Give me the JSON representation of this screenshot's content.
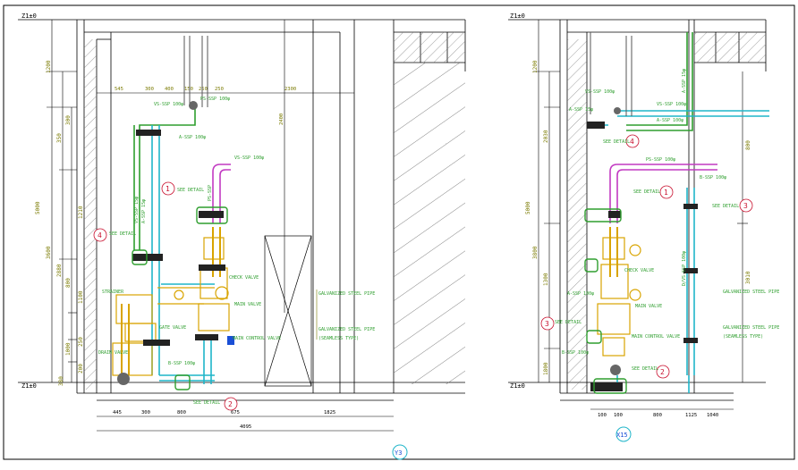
{
  "colors": {
    "line": "#000000",
    "green": "#2e9e2e",
    "cyan": "#1fb5c9",
    "magenta": "#c23ac2",
    "yellow": "#d9a400",
    "olive": "#7a7a00",
    "red": "#c8102e",
    "blue": "#1a4fd6",
    "hatch": "#555555"
  },
  "left_view": {
    "level_top": "Z1±0",
    "level_bottom": "Z1±0",
    "top_dims": [
      "545",
      "300",
      "400",
      "150",
      "250",
      "250",
      "2300"
    ],
    "left_dims": [
      "1200",
      "5000",
      "3600",
      "2880",
      "300",
      "350",
      "1210",
      "800",
      "1100",
      "1000",
      "250",
      "200",
      "380"
    ],
    "right_dim": "2400",
    "bottom_dims": [
      "445",
      "300",
      "800",
      "675",
      "1825"
    ],
    "total_dim": "4095",
    "labels": {
      "vs1": "VS-SSP 100φ",
      "vs2": "VS-SSP 100φ",
      "agsp": "A-SSP 100φ",
      "ps": "PS-SSP 100φ",
      "seedetail1": "SEE DETAIL",
      "seedetail2": "SEE DETAIL",
      "seedetail3": "SEE DETAIL",
      "checkvalve": "CHECK VALVE",
      "mainvalve": "MAIN VALVE",
      "maincontrol": "MAIN CONTROL VALVE",
      "bfssp": "B-SSP 100φ",
      "galv": "GALVANIZED STEEL PIPE",
      "galv2a": "GALVANIZED STEEL PIPE",
      "galv2b": "(SEAMLESS TYPE)",
      "strainer": "STRAINER",
      "gatevalve": "GATE VALVE",
      "drain": "DRAIN VALVE",
      "vert1": "VS-SSP 15φ",
      "vert2": "A-SSP 15φ",
      "vert3": "PS-SSP"
    },
    "callouts": [
      "1",
      "2",
      "4"
    ],
    "section": "Y3"
  },
  "right_view": {
    "level_top": "Z1±0",
    "level_bottom": "Z1±0",
    "left_dims": [
      "1200",
      "2030",
      "5000",
      "3800",
      "1300",
      "1800"
    ],
    "right_dims": [
      "800",
      "3010"
    ],
    "bottom_dims": [
      "100",
      "100",
      "800",
      "1125",
      "1040"
    ],
    "labels": {
      "vs": "VS-SSP 100φ",
      "vs2": "VS-SSP 100φ",
      "asp": "A-SSP 15φ",
      "asp2": "A-SSP 100φ",
      "ps": "PS-SSP 100φ",
      "bsp": "B-SSP 100φ",
      "seedetail1": "SEE DETAIL",
      "seedetail2": "SEE DETAIL",
      "seedetail3": "SEE DETAIL",
      "seedetail4": "SEE DETAIL",
      "seedetail5": "SEE DETAIL",
      "checkvalve": "CHECK VALVE",
      "mainvalve": "MAIN VALVE",
      "maincontrol": "MAIN CONTROL VALVE",
      "galv": "GALVANIZED STEEL PIPE",
      "galv2a": "GALVANIZED STEEL PIPE",
      "galv2b": "(SEAMLESS TYPE)",
      "vert": "D/VS-SSP 100φ",
      "vert2": "A-SSP 15φ",
      "asp3": "A-SSP 100φ",
      "bsp2": "B-SSP 100φ"
    },
    "callouts": [
      "1",
      "2",
      "3",
      "3",
      "4"
    ],
    "section": "X15"
  }
}
